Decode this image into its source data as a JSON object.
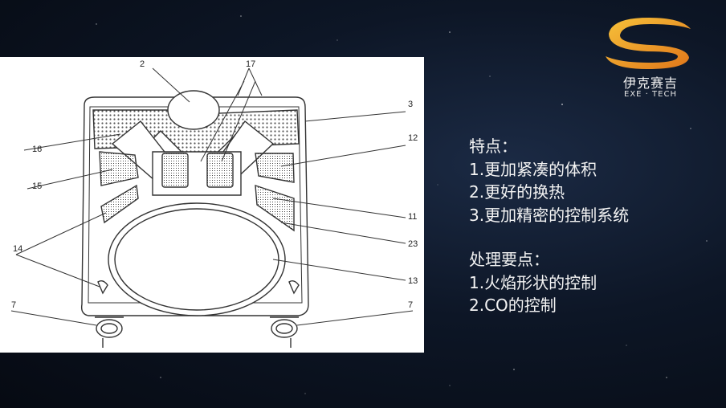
{
  "logo": {
    "name_cn": "伊克赛吉",
    "name_en": "EXE · TECH",
    "colors": {
      "gold": "#f2a51a",
      "orange": "#e0761a"
    }
  },
  "diagram": {
    "callouts": [
      "2",
      "17",
      "3",
      "16",
      "12",
      "15",
      "11",
      "14",
      "23",
      "13",
      "7",
      "7"
    ]
  },
  "features": {
    "heading": "特点：",
    "items": [
      "1.更加紧凑的体积",
      "2.更好的换热",
      "3.更加精密的控制系统"
    ]
  },
  "processing": {
    "heading": "处理要点：",
    "items": [
      "1.火焰形状的控制",
      "2.CO的控制"
    ]
  }
}
